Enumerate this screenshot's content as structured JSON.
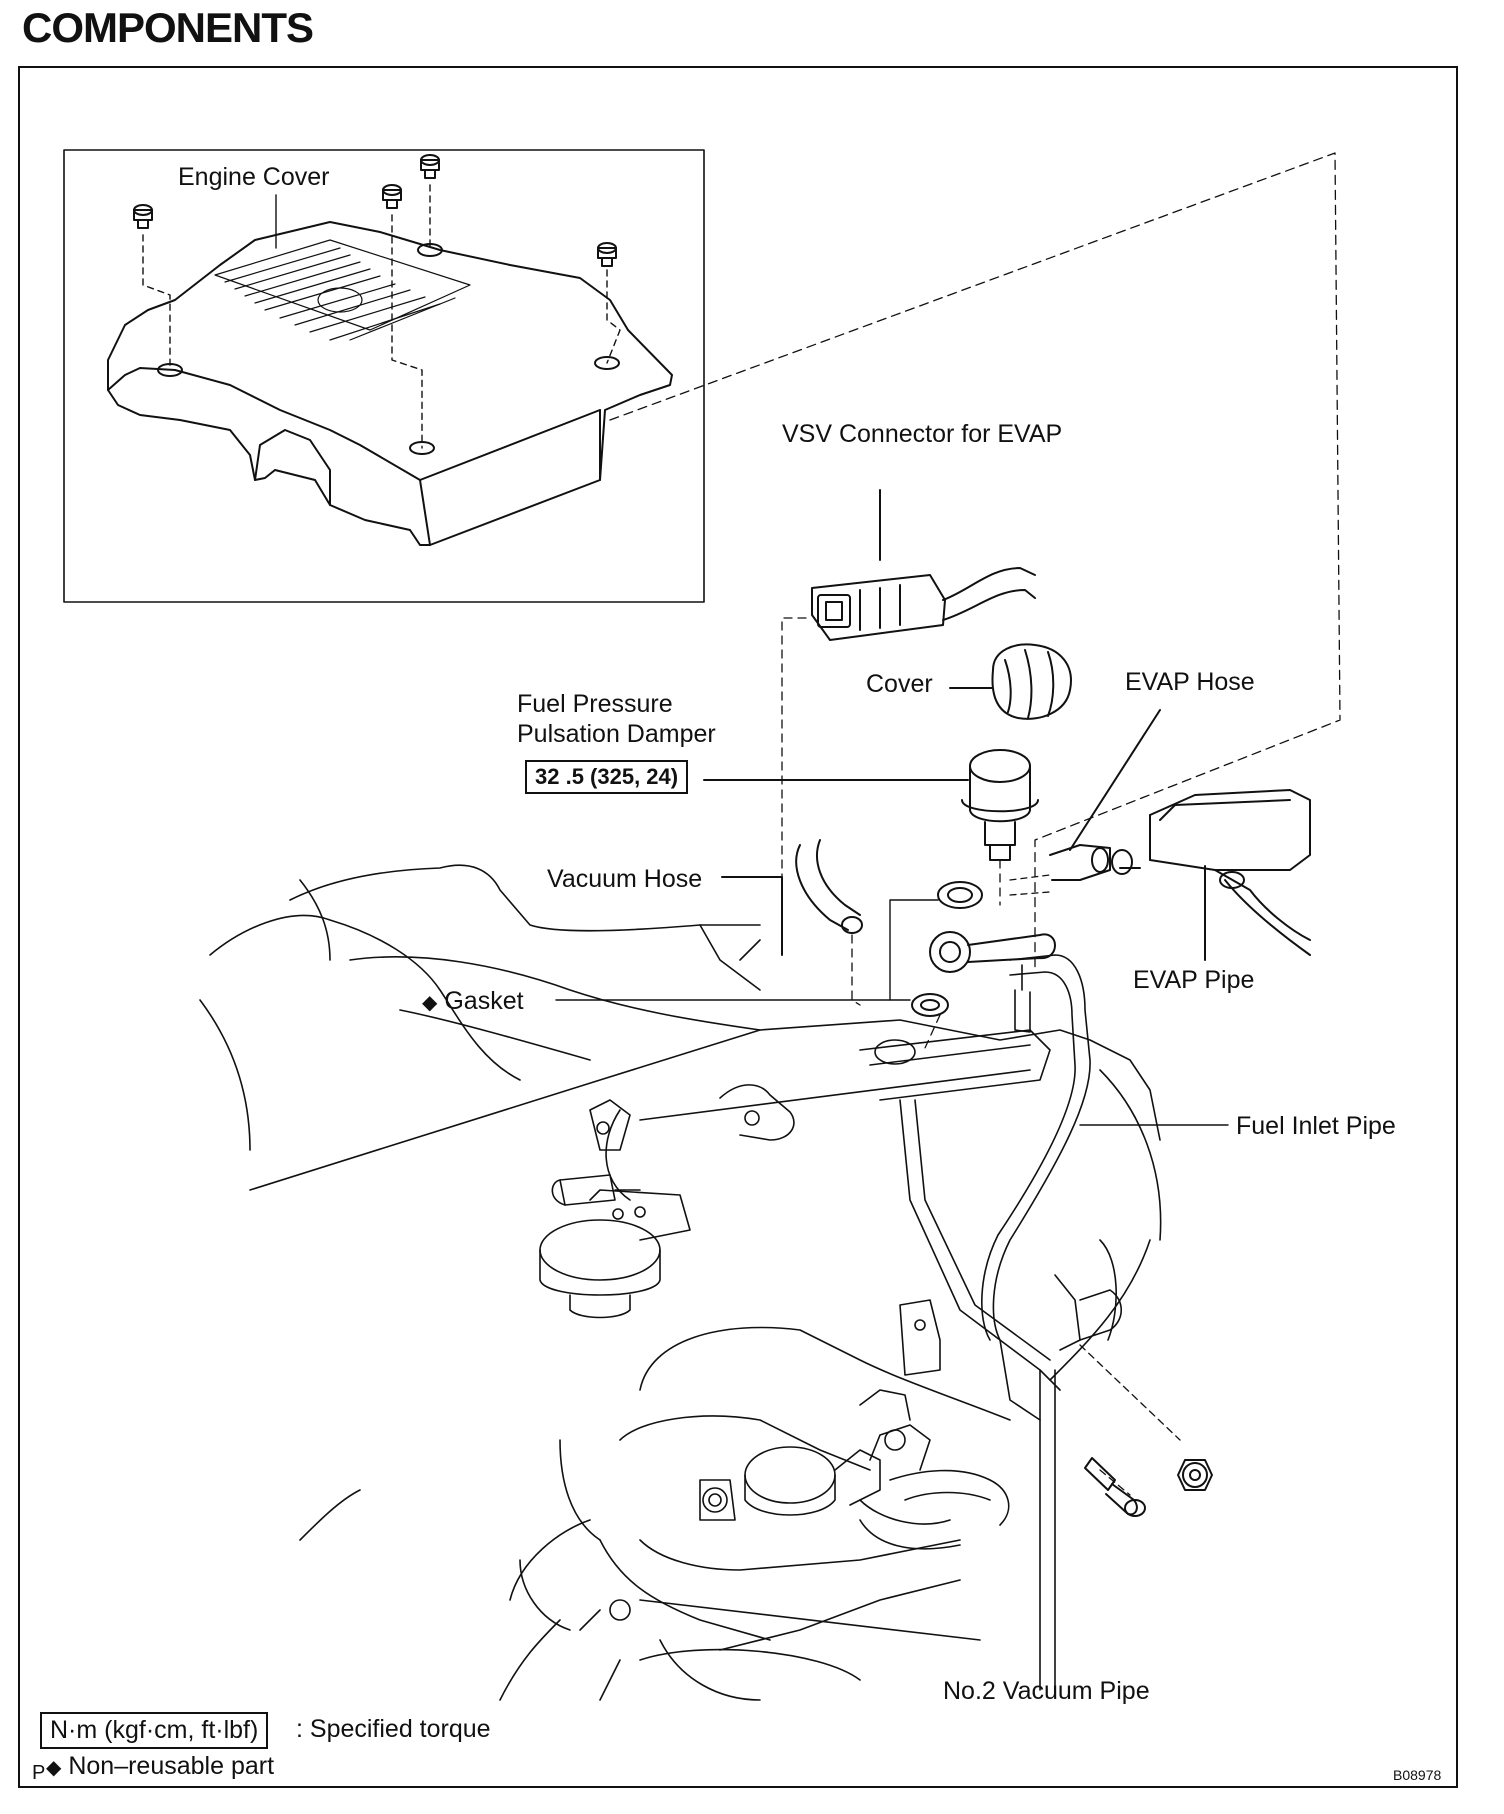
{
  "page": {
    "title": "COMPONENTS",
    "figure_code": "B08978",
    "page_marker": "P"
  },
  "labels": {
    "engine_cover": "Engine Cover",
    "vsv_connector": "VSV Connector for EVAP",
    "cover": "Cover",
    "evap_hose": "EVAP Hose",
    "fuel_pressure_damper_line1": "Fuel Pressure",
    "fuel_pressure_damper_line2": "Pulsation Damper",
    "torque_value": "32 .5 (325, 24)",
    "vacuum_hose": "Vacuum Hose",
    "gasket": "Gasket",
    "evap_pipe": "EVAP Pipe",
    "fuel_inlet_pipe": "Fuel Inlet Pipe",
    "no2_vacuum_pipe": "No.2 Vacuum Pipe"
  },
  "legend": {
    "torque_unit": "N·m (kgf·cm, ft·lbf)",
    "torque_desc": ": Specified torque",
    "non_reusable": "Non–reusable part",
    "diamond_symbol": "◆"
  },
  "icons": {
    "diamond": "diamond-icon",
    "nut": "nut-icon",
    "bolt": "bolt-icon"
  }
}
